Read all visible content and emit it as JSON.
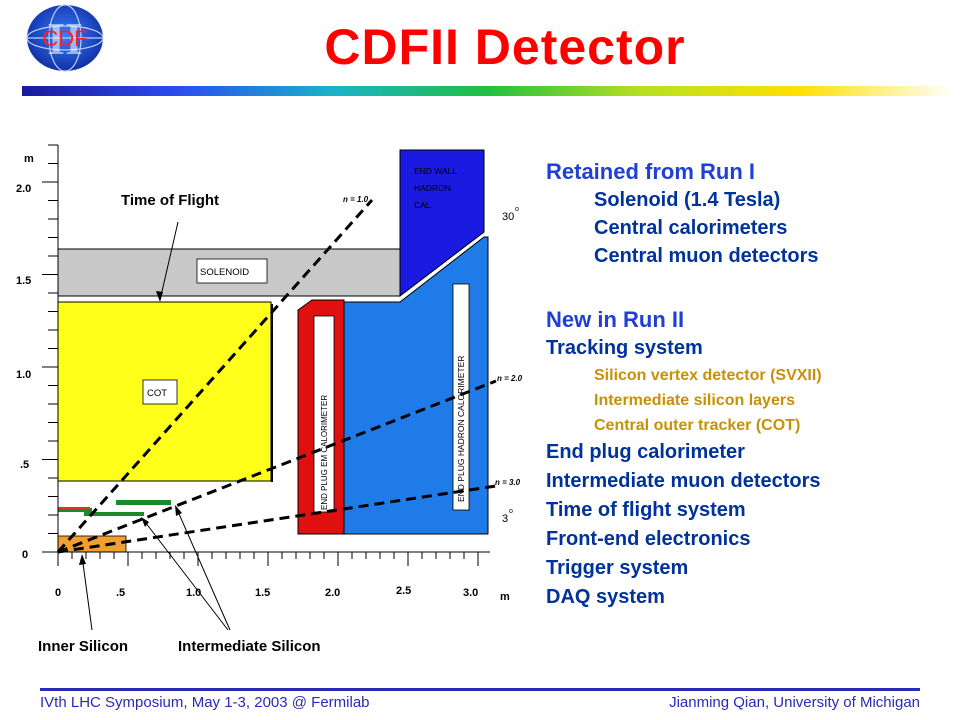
{
  "logo": {
    "text": "CDF",
    "numeral": "II"
  },
  "title": "CDFII Detector",
  "gradient_colors": [
    "#1a1a9c",
    "#2b4cf0",
    "#19b3c9",
    "#20c040",
    "#b8e020",
    "#ffe000",
    "#ffffff"
  ],
  "diagram": {
    "y_axis": {
      "unit": "m",
      "ticks": [
        "2.0",
        "1.5",
        "1.0",
        ".5",
        "0"
      ]
    },
    "x_axis": {
      "unit": "m",
      "ticks": [
        "0",
        ".5",
        "1.0",
        "1.5",
        "2.0",
        "2.5",
        "3.0"
      ]
    },
    "labels": {
      "time_of_flight": "Time of Flight",
      "solenoid": "SOLENOID",
      "cot": "COT",
      "end_wall_1": "END WALL",
      "end_wall_2": "HADRON",
      "end_wall_3": "CAL.",
      "em_cal": "END PLUG EM CALORIMETER",
      "had_cal": "END PLUG HADRON CALORIMETER",
      "eta_1": "n = 1.0",
      "eta_2": "n = 2.0",
      "eta_3": "n = 3.0",
      "angle_30": "30",
      "angle_3": "3",
      "deg": "o",
      "inner_silicon": "Inner Silicon",
      "intermediate_silicon": "Intermediate Silicon"
    },
    "colors": {
      "solenoid": "#c8c8c8",
      "cot": "#ffff1a",
      "em_cal": "#e01010",
      "had_cal": "#1f7be8",
      "end_wall": "#1a1ae0",
      "silicon": "#f0a030",
      "intermediate": "#1a8a2a"
    }
  },
  "retained": {
    "heading": "Retained from Run I",
    "items": [
      "Solenoid (1.4 Tesla)",
      "Central calorimeters",
      "Central muon detectors"
    ]
  },
  "new_run": {
    "heading": "New in Run II",
    "tracking": "Tracking system",
    "tracking_items": [
      "Silicon vertex detector (SVXII)",
      "Intermediate silicon layers",
      "Central outer tracker (COT)"
    ],
    "items": [
      "End plug calorimeter",
      "Intermediate muon detectors",
      "Time of flight system",
      "Front-end electronics",
      "Trigger system",
      "DAQ system"
    ]
  },
  "footer": {
    "left": "IVth LHC Symposium, May 1-3, 2003 @ Fermilab",
    "right": "Jianming Qian, University of Michigan"
  }
}
